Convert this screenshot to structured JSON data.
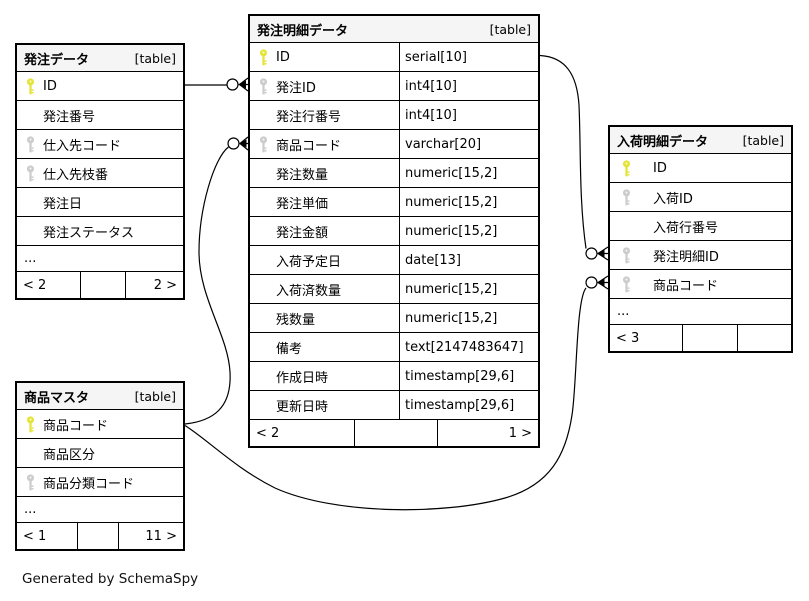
{
  "page": {
    "footer_note": "Generated by SchemaSpy"
  },
  "colors": {
    "pk_key": "#e4e437",
    "fk_key": "#cccccc",
    "header_bg": "#f5f5f5",
    "border": "#000000",
    "canvas_bg": "#ffffff"
  },
  "tables": [
    {
      "name": "発注データ",
      "tag": "[table]",
      "columns": [
        {
          "name": "ID",
          "key": "pk"
        },
        {
          "name": "発注番号",
          "key": ""
        },
        {
          "name": "仕入先コード",
          "key": "fk"
        },
        {
          "name": "仕入先枝番",
          "key": "fk"
        },
        {
          "name": "発注日",
          "key": ""
        },
        {
          "name": "発注ステータス",
          "key": ""
        }
      ],
      "more": "...",
      "footer": [
        "< 2",
        "",
        "2 >"
      ]
    },
    {
      "name": "発注明細データ",
      "tag": "[table]",
      "columns": [
        {
          "name": "ID",
          "key": "pk",
          "type": "serial[10]"
        },
        {
          "name": "発注ID",
          "key": "fk",
          "type": "int4[10]"
        },
        {
          "name": "発注行番号",
          "key": "",
          "type": "int4[10]"
        },
        {
          "name": "商品コード",
          "key": "fk",
          "type": "varchar[20]"
        },
        {
          "name": "発注数量",
          "key": "",
          "type": "numeric[15,2]"
        },
        {
          "name": "発注単価",
          "key": "",
          "type": "numeric[15,2]"
        },
        {
          "name": "発注金額",
          "key": "",
          "type": "numeric[15,2]"
        },
        {
          "name": "入荷予定日",
          "key": "",
          "type": "date[13]"
        },
        {
          "name": "入荷済数量",
          "key": "",
          "type": "numeric[15,2]"
        },
        {
          "name": "残数量",
          "key": "",
          "type": "numeric[15,2]"
        },
        {
          "name": "備考",
          "key": "",
          "type": "text[2147483647]"
        },
        {
          "name": "作成日時",
          "key": "",
          "type": "timestamp[29,6]"
        },
        {
          "name": "更新日時",
          "key": "",
          "type": "timestamp[29,6]"
        }
      ],
      "footer": [
        "< 2",
        "",
        "1 >"
      ]
    },
    {
      "name": "入荷明細データ",
      "tag": "[table]",
      "columns": [
        {
          "name": "ID",
          "key": "pk"
        },
        {
          "name": "入荷ID",
          "key": "fk"
        },
        {
          "name": "入荷行番号",
          "key": ""
        },
        {
          "name": "発注明細ID",
          "key": "fk"
        },
        {
          "name": "商品コード",
          "key": "fk"
        }
      ],
      "more": "...",
      "footer": [
        "< 3",
        "",
        ""
      ]
    },
    {
      "name": "商品マスタ",
      "tag": "[table]",
      "columns": [
        {
          "name": "商品コード",
          "key": "pk"
        },
        {
          "name": "商品区分",
          "key": ""
        },
        {
          "name": "商品分類コード",
          "key": "fk"
        }
      ],
      "more": "...",
      "footer": [
        "< 1",
        "",
        "11 >"
      ]
    }
  ],
  "relationships": [
    {
      "parent": "発注データ.ID",
      "child": "発注明細データ.発注ID"
    },
    {
      "parent": "商品マスタ.商品コード",
      "child": "発注明細データ.商品コード"
    },
    {
      "parent": "発注明細データ.ID",
      "child": "入荷明細データ.発注明細ID"
    },
    {
      "parent": "商品マスタ.商品コード",
      "child": "入荷明細データ.商品コード"
    }
  ]
}
